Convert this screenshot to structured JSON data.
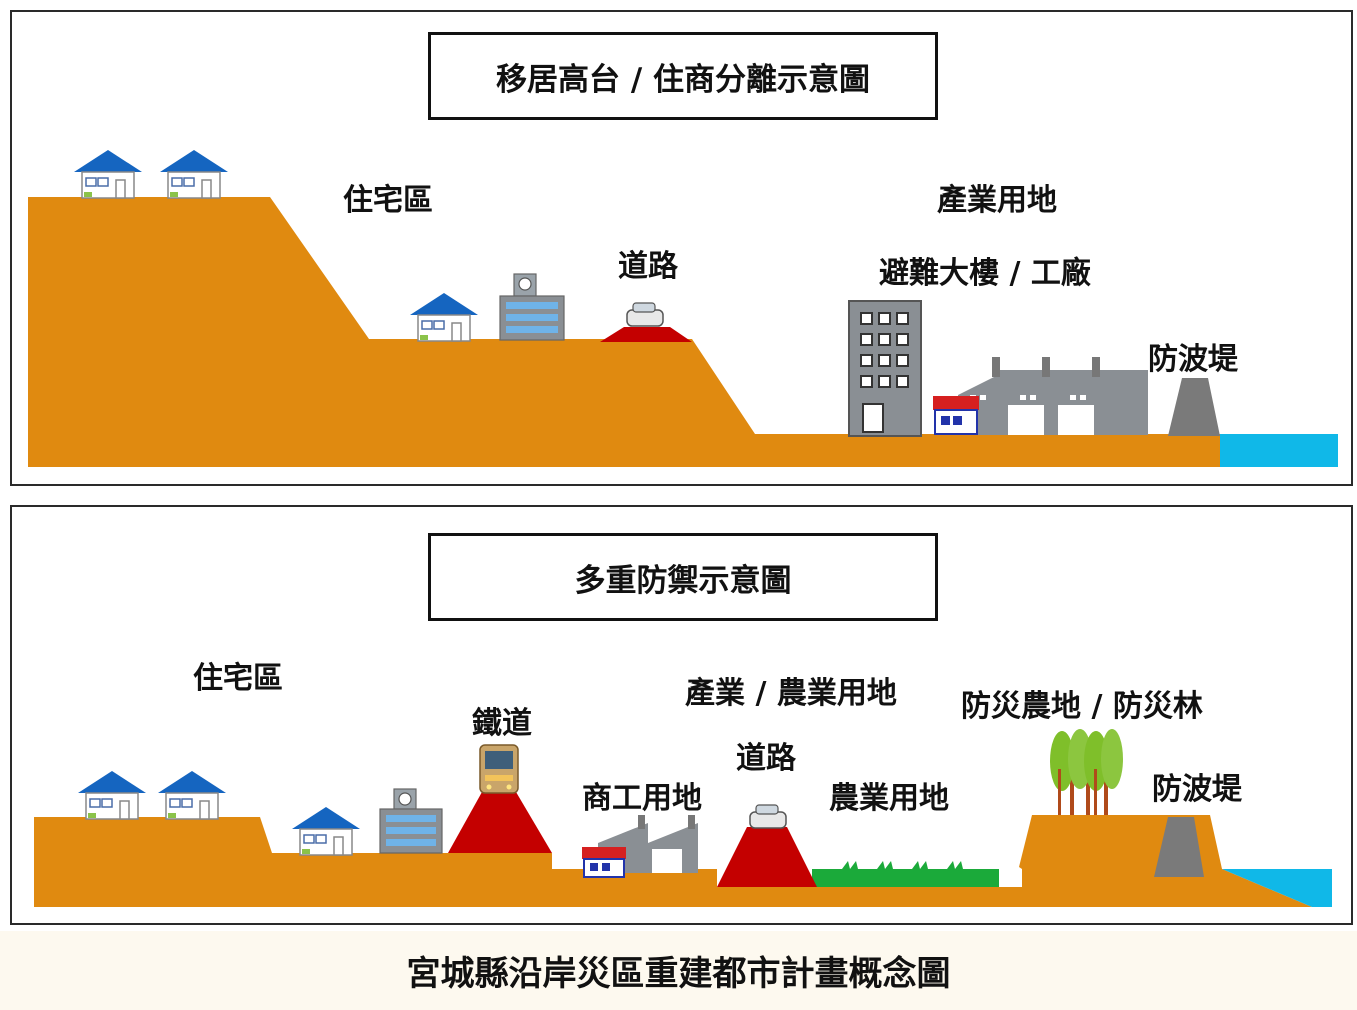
{
  "top": {
    "title": "移居高台 / 住商分離示意圖",
    "labels": {
      "residential": "住宅區",
      "road": "道路",
      "industrial": "產業用地",
      "shelter_factory": "避難大樓 / 工廠",
      "breakwater": "防波堤"
    }
  },
  "bottom": {
    "title": "多重防禦示意圖",
    "labels": {
      "residential": "住宅區",
      "railway": "鐵道",
      "industry_agri": "產業 / 農業用地",
      "commercial": "商工用地",
      "road": "道路",
      "agriculture": "農業用地",
      "disaster_farm_forest": "防災農地 / 防災林",
      "breakwater": "防波堤"
    }
  },
  "caption": "宮城縣沿岸災區重建都市計畫概念圖",
  "colors": {
    "ground": "#E08A10",
    "embankment": "#C40000",
    "sea": "#10B8E8",
    "field": "#1BAA3A",
    "roof": "#1565C0",
    "breakwater": "#7A7A7A",
    "building": "#8A8F94"
  }
}
